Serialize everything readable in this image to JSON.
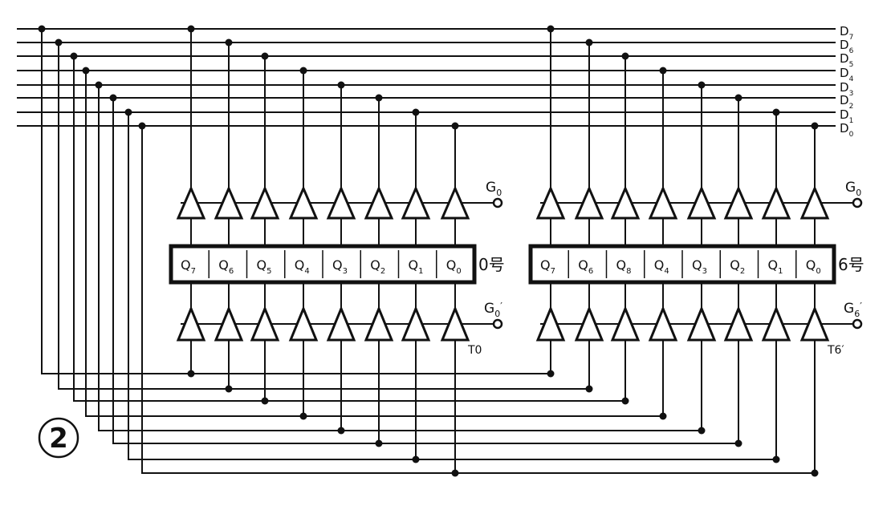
{
  "figure_number": "②",
  "bus_lines": [
    {
      "main": "D",
      "sub": "7"
    },
    {
      "main": "D",
      "sub": "6"
    },
    {
      "main": "D",
      "sub": "5"
    },
    {
      "main": "D",
      "sub": "4"
    },
    {
      "main": "D",
      "sub": "3"
    },
    {
      "main": "D",
      "sub": "2"
    },
    {
      "main": "D",
      "sub": "1"
    },
    {
      "main": "D",
      "sub": "0"
    }
  ],
  "registers": [
    {
      "name": "0号",
      "cells": [
        {
          "main": "Q",
          "sub": "7"
        },
        {
          "main": "Q",
          "sub": "6"
        },
        {
          "main": "Q",
          "sub": "5"
        },
        {
          "main": "Q",
          "sub": "4"
        },
        {
          "main": "Q",
          "sub": "3"
        },
        {
          "main": "Q",
          "sub": "2"
        },
        {
          "main": "Q",
          "sub": "1"
        },
        {
          "main": "Q",
          "sub": "0"
        }
      ],
      "out_gate": {
        "main": "G",
        "sub": "0",
        "prime": ""
      },
      "in_gate": {
        "main": "G",
        "sub": "0",
        "prime": "′"
      },
      "clock": "T0"
    },
    {
      "name": "6号",
      "cells": [
        {
          "main": "Q",
          "sub": "7"
        },
        {
          "main": "Q",
          "sub": "6"
        },
        {
          "main": "Q",
          "sub": "8"
        },
        {
          "main": "Q",
          "sub": "4"
        },
        {
          "main": "Q",
          "sub": "3"
        },
        {
          "main": "Q",
          "sub": "2"
        },
        {
          "main": "Q",
          "sub": "1"
        },
        {
          "main": "Q",
          "sub": "0"
        }
      ],
      "out_gate": {
        "main": "G",
        "sub": "0",
        "prime": ""
      },
      "in_gate": {
        "main": "G",
        "sub": "6",
        "prime": "′"
      },
      "clock": "T6′"
    }
  ]
}
